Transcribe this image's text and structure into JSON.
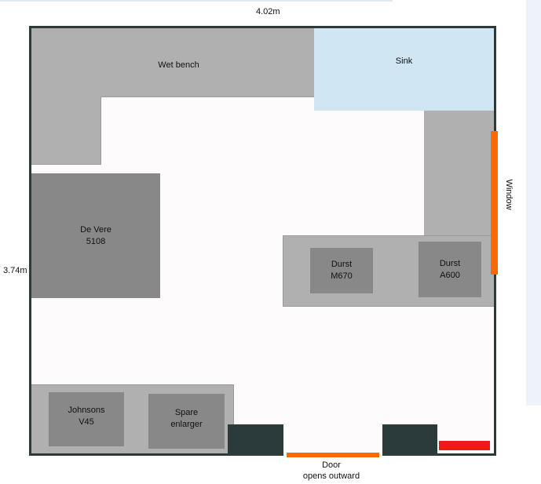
{
  "dimensions": {
    "width_label": "4.02m",
    "height_label": "3.74m"
  },
  "fixtures": {
    "wet_bench": "Wet bench",
    "sink": "Sink",
    "window": "Window",
    "door_line1": "Door",
    "door_line2": "opens outward"
  },
  "enlargers": {
    "de_vere": [
      "De Vere",
      "5108"
    ],
    "durst_m670": [
      "Durst",
      "M670"
    ],
    "durst_a600": [
      "Durst",
      "A600"
    ],
    "johnsons_v45": [
      "Johnsons",
      "V45"
    ],
    "spare": [
      "Spare",
      "enlarger"
    ]
  },
  "colors": {
    "wall": "#2b3b3b",
    "bench": "#b0b0b0",
    "unit": "#888888",
    "sink": "#d0e6f3",
    "window": "#ff6a00",
    "red_marker": "#f01818",
    "floor": "#fdfbfc"
  }
}
